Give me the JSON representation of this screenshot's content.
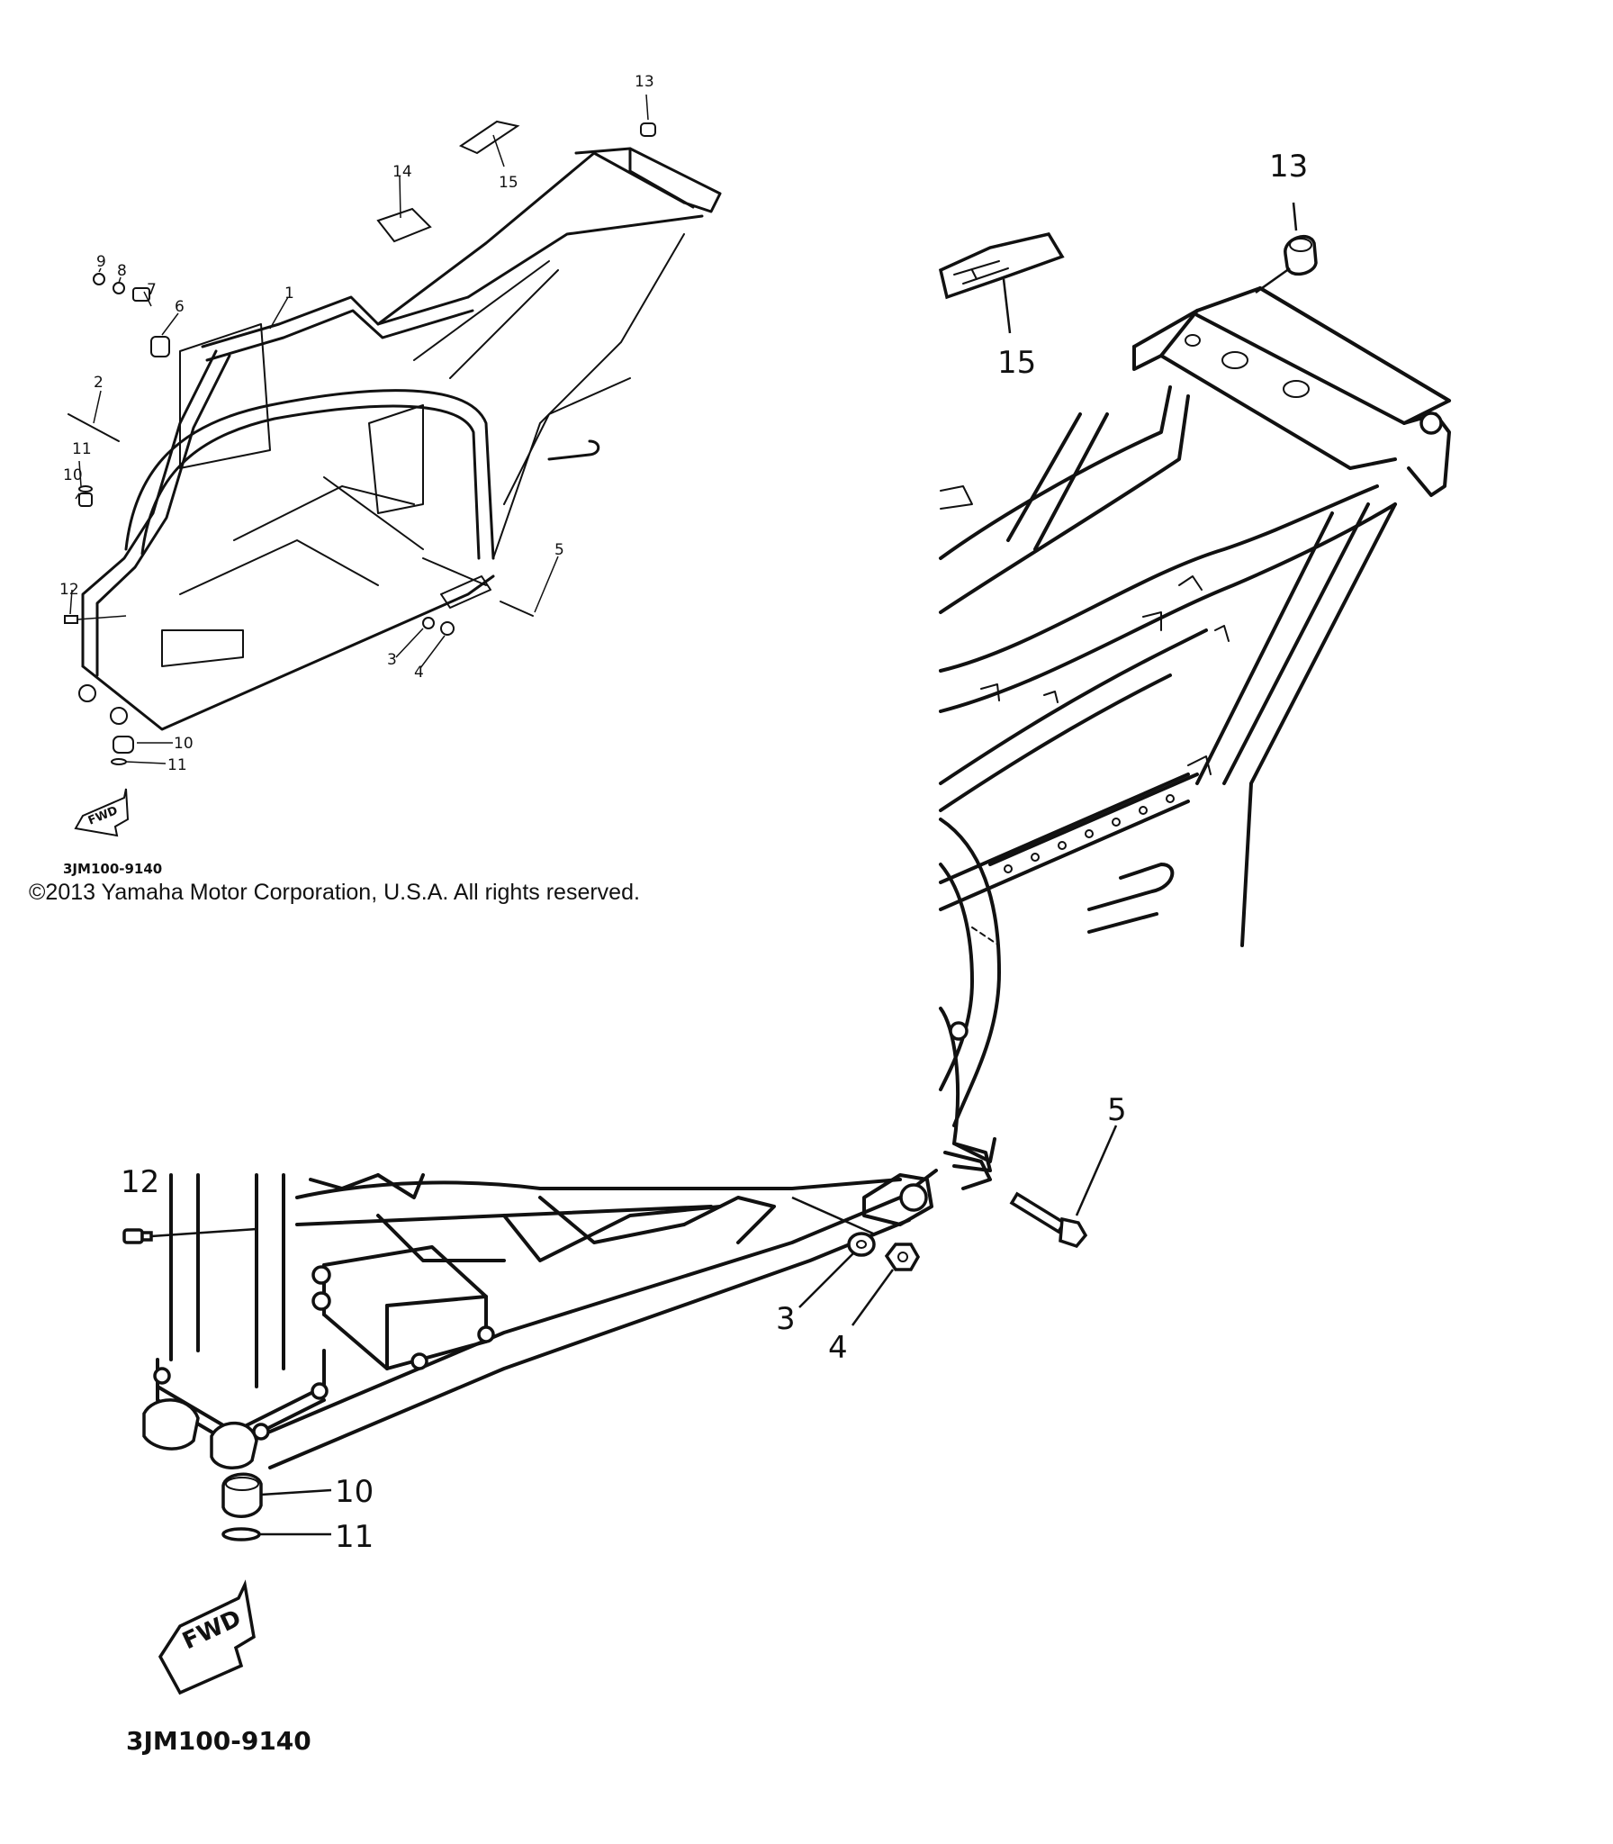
{
  "labels": {
    "p1": "1",
    "p2": "2",
    "p3": "3",
    "p4": "4",
    "p5": "5",
    "p6": "6",
    "p7": "7",
    "p8": "8",
    "p9": "9",
    "p10": "10",
    "p11": "11",
    "p12": "12",
    "p13": "13",
    "p14": "14",
    "p15": "15"
  },
  "fwd_label": "FWD",
  "diagram_code": "3JM100-9140",
  "copyright": "©2013 Yamaha Motor Corporation, U.S.A. All rights reserved."
}
